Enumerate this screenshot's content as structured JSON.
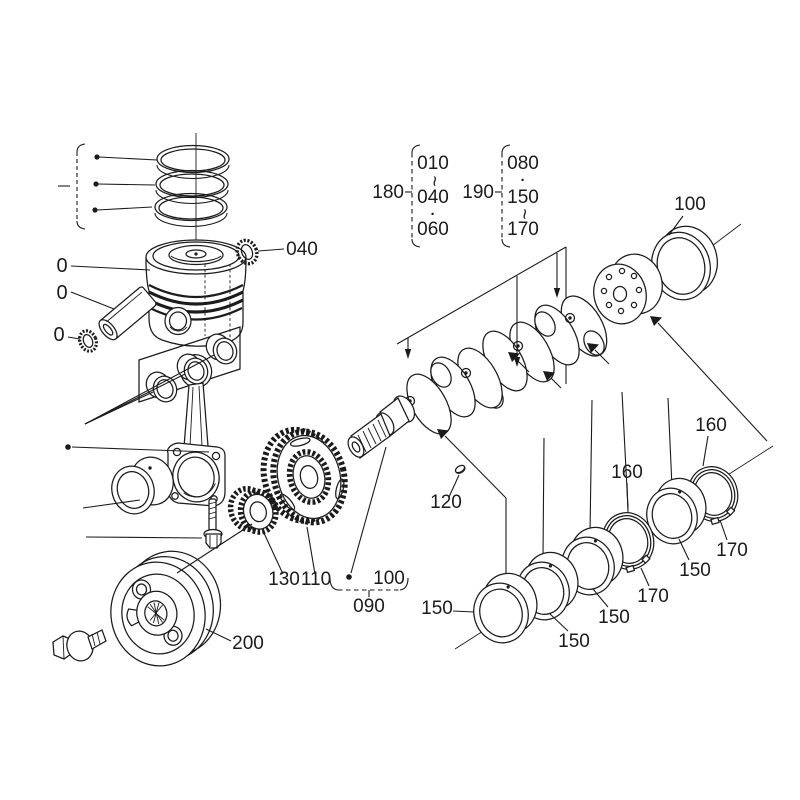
{
  "diagram": {
    "type": "engine-parts-exploded-diagram",
    "subject": "crankshaft and piston assembly",
    "background": "#ffffff",
    "line_color": "#1b1b1b"
  },
  "labels": {
    "zero_piston": "0",
    "zero_pin": "0",
    "zero_clip": "0",
    "r040": "040",
    "r100top": "100",
    "r100mid": "100",
    "r090": "090",
    "r110": "110",
    "r120": "120",
    "r130": "130",
    "r150a": "150",
    "r150b": "150",
    "r150c": "150",
    "r150d": "150",
    "r160a": "160",
    "r160b": "160",
    "r170a": "170",
    "r170b": "170",
    "r200": "200"
  },
  "groups": {
    "g180": {
      "label": "180",
      "items": [
        "010",
        "~",
        "040",
        "·",
        "060"
      ]
    },
    "g190": {
      "label": "190",
      "items": [
        "080",
        "·",
        "150",
        "~",
        "170"
      ]
    }
  }
}
